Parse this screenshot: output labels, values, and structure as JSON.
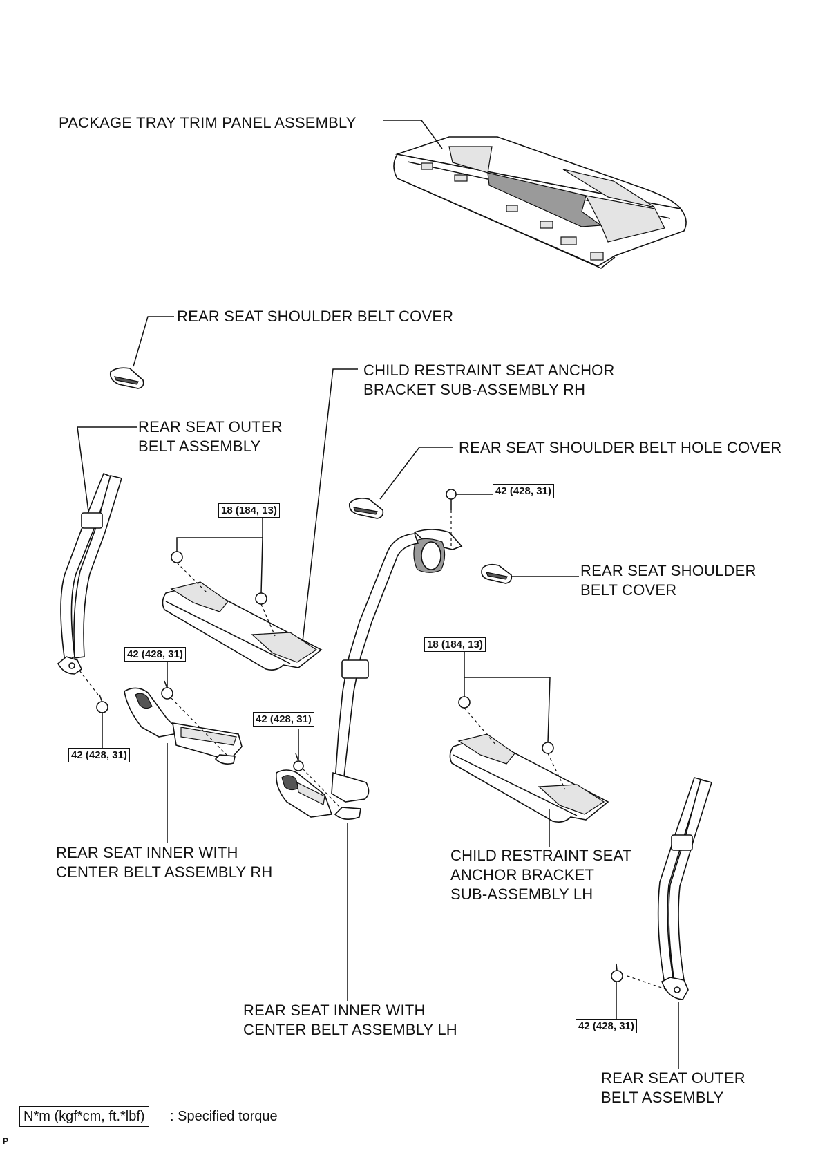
{
  "labels": {
    "package_tray": "PACKAGE TRAY TRIM PANEL ASSEMBLY",
    "shoulder_cover_1": "REAR SEAT SHOULDER BELT COVER",
    "anchor_rh_l1": "CHILD RESTRAINT SEAT ANCHOR",
    "anchor_rh_l2": "BRACKET SUB-ASSEMBLY RH",
    "outer_belt_1_l1": "REAR SEAT OUTER",
    "outer_belt_1_l2": "BELT ASSEMBLY",
    "hole_cover": "REAR SEAT SHOULDER BELT HOLE COVER",
    "shoulder_cover_2_l1": "REAR SEAT SHOULDER",
    "shoulder_cover_2_l2": "BELT COVER",
    "inner_rh_l1": "REAR SEAT INNER WITH",
    "inner_rh_l2": "CENTER BELT ASSEMBLY RH",
    "anchor_lh_l1": "CHILD RESTRAINT SEAT",
    "anchor_lh_l2": "ANCHOR BRACKET",
    "anchor_lh_l3": "SUB-ASSEMBLY LH",
    "inner_lh_l1": "REAR SEAT INNER WITH",
    "inner_lh_l2": "CENTER BELT ASSEMBLY LH",
    "outer_belt_2_l1": "REAR SEAT OUTER",
    "outer_belt_2_l2": "BELT ASSEMBLY"
  },
  "torques": {
    "anchor_rh": "18 (184, 13)",
    "center_top": "42 (428, 31)",
    "inner_rh": "42 (428, 31)",
    "outer_left": "42 (428, 31)",
    "inner_lh": "42 (428, 31)",
    "anchor_lh": "18 (184, 13)",
    "outer_right": "42 (428, 31)"
  },
  "legend": {
    "unit_box": "N*m (kgf*cm, ft.*lbf)",
    "text": ": Specified torque"
  },
  "corner_mark": "P"
}
